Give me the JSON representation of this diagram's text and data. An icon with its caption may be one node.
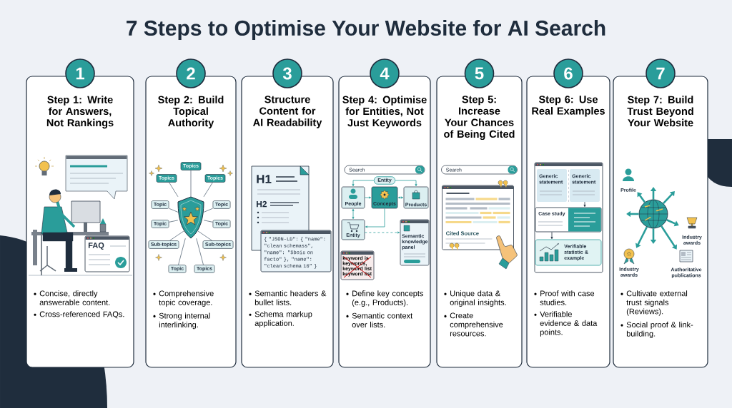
{
  "diagram": {
    "title": "7 Steps to Optimise Your Website for AI Search",
    "nodes": [
      {
        "text": [
          "Step 1: Write for Answers, Not Rankings",
          "Concise, directly answerable content.",
          "Cross-referenced FAQs."
        ]
      },
      {
        "text": [
          "1"
        ]
      },
      {
        "text": [
          "FAQ"
        ],
        "in": 0
      },
      {
        "text": [
          "Step 2: Build Topical Authority",
          "Comprehensive topic coverage.",
          "Strong internal interlinking."
        ]
      },
      {
        "text": [
          "2"
        ]
      },
      {
        "text": [],
        "shape": "shield",
        "in": 3
      },
      {
        "text": [
          "Topics"
        ],
        "in": 3
      },
      {
        "text": [
          "Topics"
        ],
        "in": 3
      },
      {
        "text": [
          "Topics"
        ],
        "in": 3
      },
      {
        "text": [
          "Topic"
        ],
        "in": 3
      },
      {
        "text": [
          "Topic"
        ],
        "in": 3
      },
      {
        "text": [
          "Topic"
        ],
        "in": 3
      },
      {
        "text": [
          "Topic"
        ],
        "in": 3
      },
      {
        "text": [
          "Sub-topics"
        ],
        "in": 3
      },
      {
        "text": [
          "Sub-topics"
        ],
        "in": 3
      },
      {
        "text": [
          "Topic"
        ],
        "in": 3
      },
      {
        "text": [
          "Topics"
        ],
        "in": 3
      },
      {
        "text": [
          "Structure Content for AI Readability",
          "Semantic headers & bullet lists.",
          "Schema markup application."
        ]
      },
      {
        "text": [
          "3"
        ]
      },
      {
        "text": [
          "H1",
          "H2"
        ],
        "in": 17
      },
      {
        "text": [
          "{ \"JSON-LD\": { \"name\": \"clean schemass\", \"name\": \"Sbois on facto\" }, \"name\": \"clean schema 10\" }"
        ],
        "in": 17
      },
      {
        "text": [
          "Step 4: Optimise for Entities, Not Just Keywords",
          "Define key concepts (e.g., Products).",
          "Semantic context over lists."
        ]
      },
      {
        "text": [
          "4"
        ]
      },
      {
        "text": [
          "Search"
        ],
        "in": 21
      },
      {
        "text": [
          "Entity"
        ],
        "in": 21
      },
      {
        "text": [
          "People"
        ],
        "in": 21
      },
      {
        "text": [
          "Concepts"
        ],
        "in": 21
      },
      {
        "text": [
          "Products"
        ],
        "in": 21
      },
      {
        "text": [
          "Entity"
        ],
        "in": 21
      },
      {
        "text": [
          "Semantic knowledge panel"
        ],
        "in": 21
      },
      {
        "text": [
          "keyword is keywords, keyword list keyword list"
        ],
        "in": 21
      },
      {
        "text": [
          "Step 5: Increase Your Chances of Being Cited",
          "Unique data & original insights.",
          "Create comprehensive resources."
        ]
      },
      {
        "text": [
          "5"
        ]
      },
      {
        "text": [
          "Search"
        ],
        "in": 31
      },
      {
        "text": [
          "Cited Source"
        ],
        "in": 31
      },
      {
        "text": [
          "Step 6: Use Real Examples",
          "Proof with case studies.",
          "Verifiable evidence & data points."
        ]
      },
      {
        "text": [
          "6"
        ]
      },
      {
        "text": [
          "Generic statement"
        ],
        "in": 35
      },
      {
        "text": [
          "Generic statement"
        ],
        "in": 35
      },
      {
        "text": [
          "Case study"
        ],
        "in": 35
      },
      {
        "text": [
          "Verifiable statistic & example"
        ],
        "in": 35
      },
      {
        "text": [
          "Step 7: Build Trust Beyond Your Website",
          "Cultivate external trust signals (Reviews).",
          "Social proof & link-building."
        ]
      },
      {
        "text": [
          "7"
        ]
      },
      {
        "text": [],
        "shape": "circle",
        "in": 41
      },
      {
        "text": [
          "Profile"
        ],
        "in": 41
      },
      {
        "text": [
          "Industry awards"
        ],
        "in": 41
      },
      {
        "text": [
          "Industry awards"
        ],
        "in": 41
      },
      {
        "text": [
          "Authoritative publications"
        ],
        "in": 41
      }
    ],
    "edges": [
      {
        "from": 5,
        "to": 6,
        "arrow": "none",
        "color": "#5a6b7b"
      },
      {
        "from": 5,
        "to": 7,
        "arrow": "none",
        "color": "#5a6b7b"
      },
      {
        "from": 5,
        "to": 8,
        "arrow": "none",
        "color": "#5a6b7b"
      },
      {
        "from": 5,
        "to": 9,
        "arrow": "none",
        "color": "#5a6b7b"
      },
      {
        "from": 5,
        "to": 10,
        "arrow": "none",
        "color": "#5a6b7b"
      },
      {
        "from": 5,
        "to": 11,
        "arrow": "none",
        "color": "#5a6b7b"
      },
      {
        "from": 5,
        "to": 12,
        "arrow": "none",
        "color": "#5a6b7b"
      },
      {
        "from": 5,
        "to": 13,
        "arrow": "none",
        "color": "#5a6b7b"
      },
      {
        "from": 5,
        "to": 14,
        "arrow": "none",
        "color": "#5a6b7b"
      },
      {
        "from": 5,
        "to": 15,
        "arrow": "none",
        "color": "#5a6b7b"
      },
      {
        "from": 5,
        "to": 16,
        "arrow": "none",
        "color": "#5a6b7b"
      },
      {
        "from": 24,
        "to": 25,
        "arrow": "to"
      },
      {
        "from": 24,
        "to": 27,
        "arrow": "to"
      },
      {
        "from": 25,
        "to": 26,
        "arrow": "to"
      },
      {
        "from": 26,
        "to": 27,
        "arrow": "both"
      },
      {
        "from": 25,
        "to": 28,
        "arrow": "both"
      },
      {
        "from": 26,
        "to": 28,
        "arrow": "to"
      },
      {
        "from": 28,
        "to": 29,
        "arrow": "to",
        "style": "dashed"
      },
      {
        "from": 38,
        "to": 39,
        "arrow": "to",
        "color": "#1f2d3d"
      },
      {
        "from": 39,
        "to": 40,
        "arrow": "to",
        "color": "#1f2d3d"
      },
      {
        "from": 43,
        "to": 44,
        "arrow": "to",
        "style": "thick"
      },
      {
        "from": 43,
        "to": null,
        "arrow": "to",
        "style": "thick"
      },
      {
        "from": 43,
        "to": null,
        "arrow": "to",
        "style": "thick"
      },
      {
        "from": 43,
        "to": null,
        "arrow": "to",
        "style": "thick"
      },
      {
        "from": 43,
        "to": 45,
        "arrow": "to",
        "style": "thick"
      },
      {
        "from": 43,
        "to": 46,
        "arrow": "to",
        "style": "thick"
      },
      {
        "from": 43,
        "to": null,
        "arrow": "to",
        "style": "thick"
      },
      {
        "from": 43,
        "to": 47,
        "arrow": "to",
        "style": "thick"
      }
    ]
  }
}
